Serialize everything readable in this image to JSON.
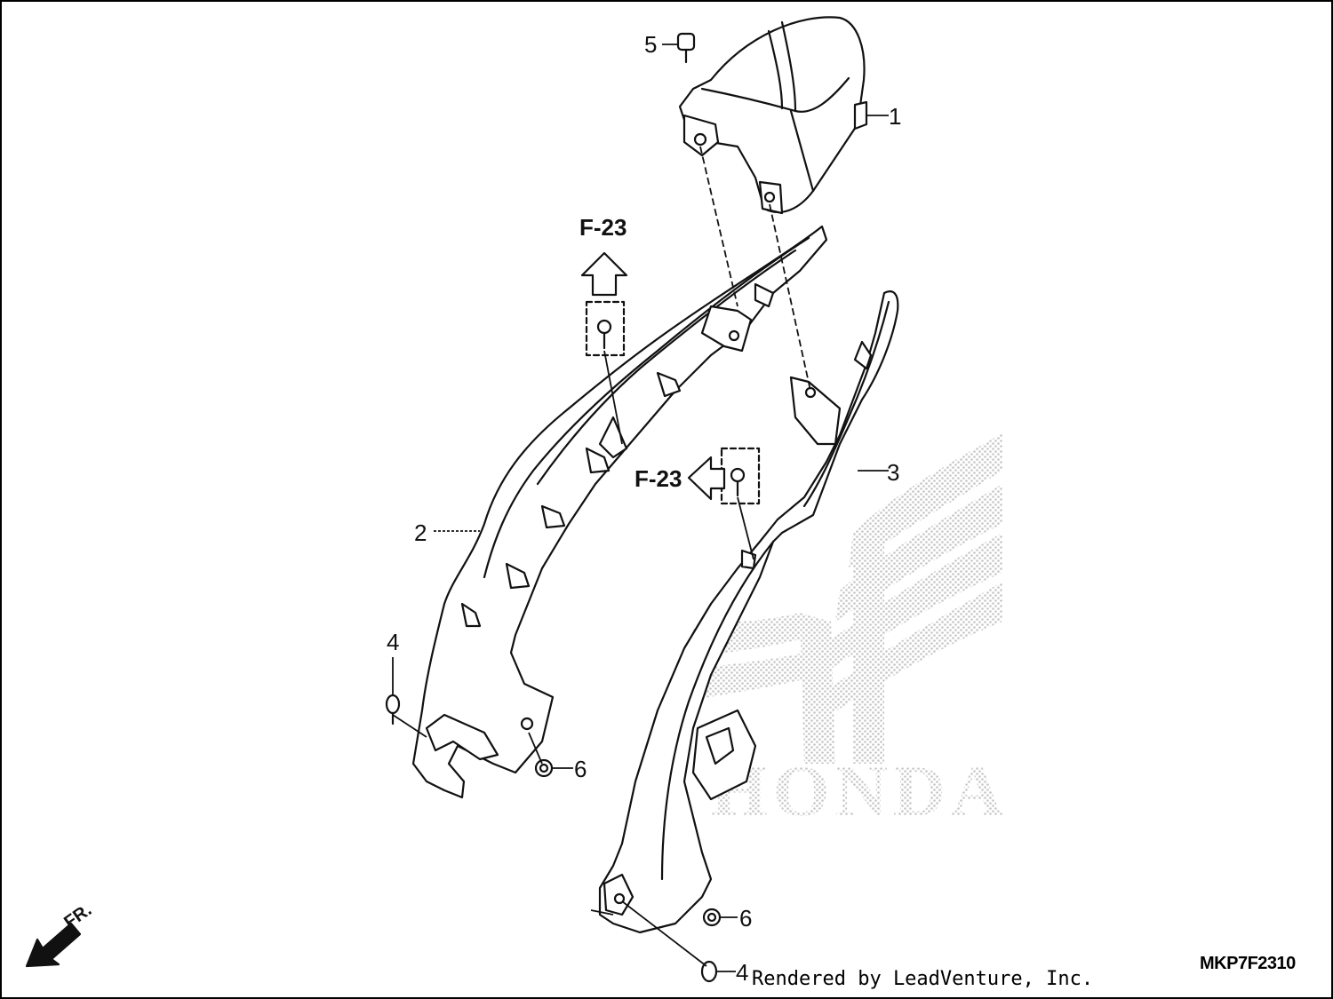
{
  "diagram": {
    "callouts": [
      "1",
      "2",
      "3",
      "4",
      "5",
      "6",
      "6",
      "4"
    ],
    "reference_labels": [
      "F-23",
      "F-23"
    ],
    "direction_label": "FR.",
    "watermark_text": "HONDA",
    "diagram_code": "MKP7F2310",
    "credit": "Rendered by LeadVenture, Inc."
  },
  "colors": {
    "line": "#111111",
    "watermark": "#c8c8c8"
  }
}
